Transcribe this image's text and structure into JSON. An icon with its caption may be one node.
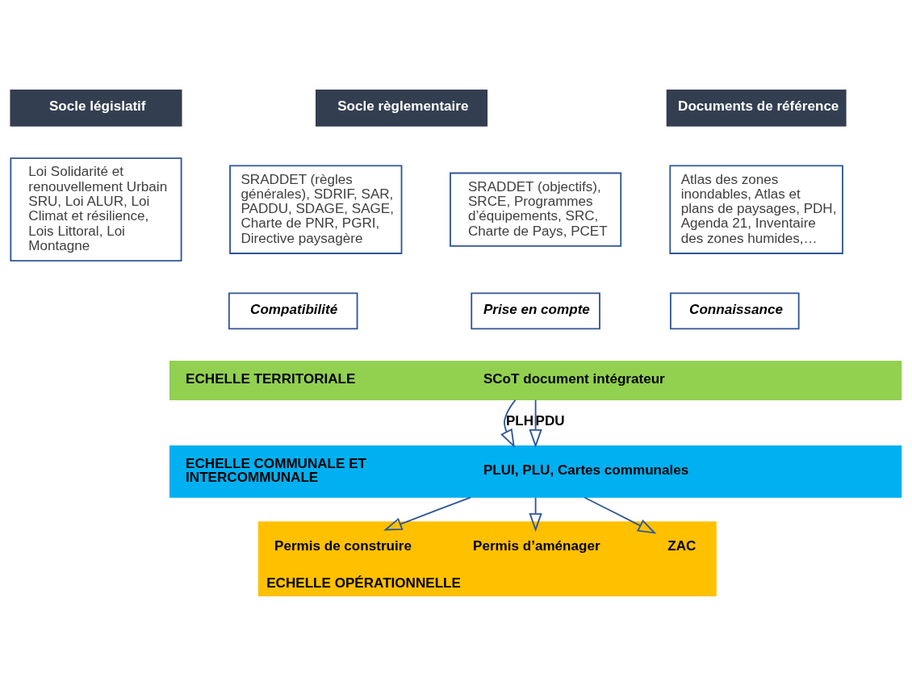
{
  "diagram": {
    "nodes": [
      {
        "text": [
          "Socle législatif"
        ]
      },
      {
        "text": [
          "Socle règlementaire"
        ]
      },
      {
        "text": [
          "Documents de référence"
        ]
      },
      {
        "text": [
          "Loi Solidarité et renouvellement Urbain SRU, Loi ALUR, Loi Climat et résilience, Lois Littoral, Loi Montagne"
        ]
      },
      {
        "text": [
          "SRADDET (règles générales), SDRIF, SAR, PADDU, SDAGE, SAGE, Charte de PNR, PGRI, Directive paysagère"
        ]
      },
      {
        "text": [
          "SRADDET (objectifs), SRCE, Programmes d’équipements, SRC, Charte de Pays, PCET"
        ]
      },
      {
        "text": [
          "Atlas des zones inondables, Atlas et plans de paysages, PDH, Agenda 21, Inventaire des zones humides,…"
        ]
      },
      {
        "text": [
          "Compatibilité"
        ]
      },
      {
        "text": [
          "Prise en compte"
        ]
      },
      {
        "text": [
          "Connaissance"
        ]
      },
      {
        "text": [
          "ECHELLE TERRITORIALE",
          "SCoT document intégrateur"
        ]
      },
      {
        "text": [
          "ECHELLE COMMUNALE ET INTERCOMMUNALE",
          "PLUI, PLU, Cartes communales"
        ]
      },
      {
        "text": [
          "ECHELLE OPÉRATIONNELLE"
        ]
      },
      {
        "text": [
          "Permis de construire"
        ],
        "in": 12
      },
      {
        "text": [
          "Permis d’aménager"
        ],
        "in": 12
      },
      {
        "text": [
          "ZAC"
        ],
        "in": 12
      }
    ],
    "edges": [
      {
        "from": 10,
        "to": 11,
        "arrow": "to",
        "label": "PLH"
      },
      {
        "from": 10,
        "to": 11,
        "arrow": "to",
        "label": "PDU"
      },
      {
        "from": 11,
        "to": 13,
        "arrow": "to"
      },
      {
        "from": 11,
        "to": 14,
        "arrow": "to"
      },
      {
        "from": 11,
        "to": 15,
        "arrow": "to"
      }
    ]
  }
}
